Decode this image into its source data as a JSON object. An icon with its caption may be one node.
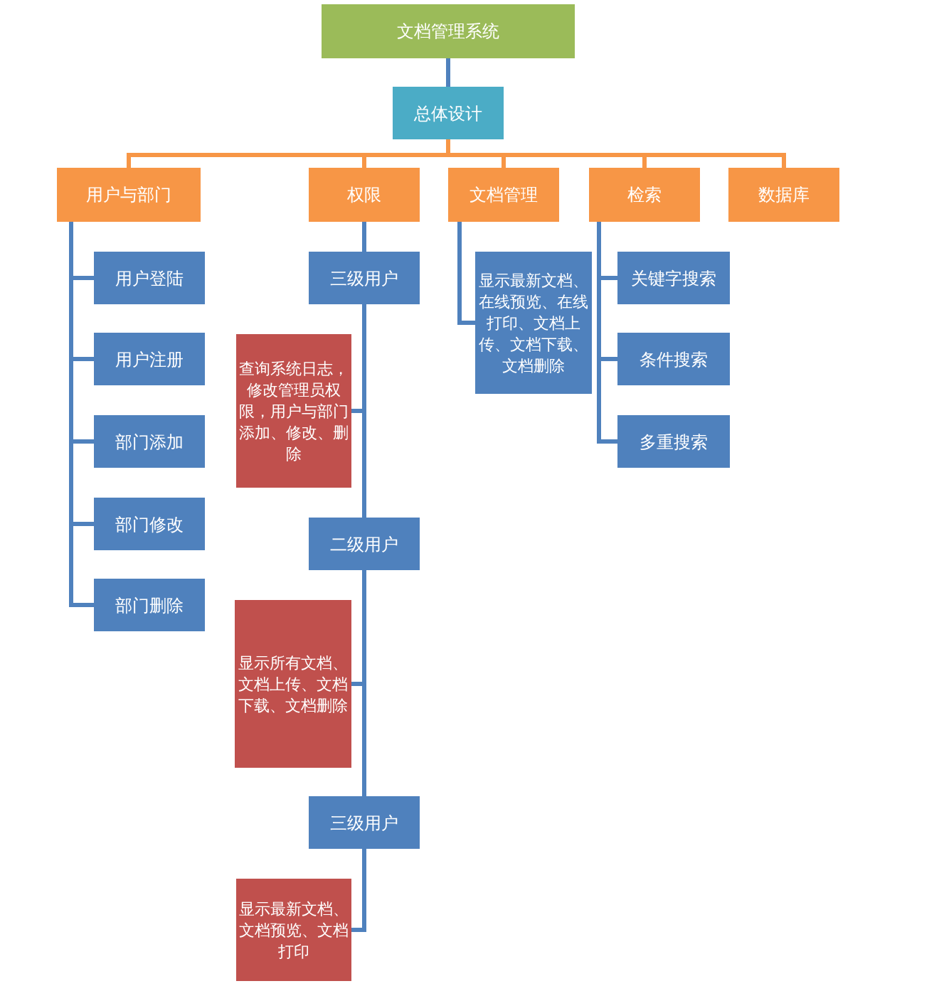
{
  "diagram": {
    "nodes": [
      {
        "text": [
          "文档管理系统"
        ]
      },
      {
        "text": [
          "总体设计"
        ]
      },
      {
        "text": [
          "用户与部门"
        ]
      },
      {
        "text": [
          "权限"
        ]
      },
      {
        "text": [
          "文档管理"
        ]
      },
      {
        "text": [
          "检索"
        ]
      },
      {
        "text": [
          "数据库"
        ]
      },
      {
        "text": [
          "用户登陆"
        ]
      },
      {
        "text": [
          "用户注册"
        ]
      },
      {
        "text": [
          "部门添加"
        ]
      },
      {
        "text": [
          "部门修改"
        ]
      },
      {
        "text": [
          "部门删除"
        ]
      },
      {
        "text": [
          "三级用户"
        ]
      },
      {
        "text": [
          "查询系统日志，修改管理员权限，用户与部门添加、修改、删除"
        ]
      },
      {
        "text": [
          "二级用户"
        ]
      },
      {
        "text": [
          "显示所有文档、文档上传、文档下载、文档删除"
        ]
      },
      {
        "text": [
          "三级用户"
        ]
      },
      {
        "text": [
          "显示最新文档、文档预览、文档打印"
        ]
      },
      {
        "text": [
          "显示最新文档、在线预览、在线打印、文档上传、文档下载、文档删除"
        ]
      },
      {
        "text": [
          "关键字搜索"
        ]
      },
      {
        "text": [
          "条件搜索"
        ]
      },
      {
        "text": [
          "多重搜索"
        ]
      }
    ],
    "edges": [
      {
        "from": 0,
        "to": 1,
        "arrow": "none"
      },
      {
        "from": 1,
        "to": 2,
        "arrow": "none",
        "color": "#f79646"
      },
      {
        "from": 1,
        "to": 3,
        "arrow": "none",
        "color": "#f79646"
      },
      {
        "from": 1,
        "to": 4,
        "arrow": "none",
        "color": "#f79646"
      },
      {
        "from": 1,
        "to": 5,
        "arrow": "none",
        "color": "#f79646"
      },
      {
        "from": 1,
        "to": 6,
        "arrow": "none",
        "color": "#f79646"
      },
      {
        "from": 2,
        "to": 7,
        "arrow": "none"
      },
      {
        "from": 2,
        "to": 8,
        "arrow": "none"
      },
      {
        "from": 2,
        "to": 9,
        "arrow": "none"
      },
      {
        "from": 2,
        "to": 10,
        "arrow": "none"
      },
      {
        "from": 2,
        "to": 11,
        "arrow": "none"
      },
      {
        "from": 3,
        "to": 12,
        "arrow": "none"
      },
      {
        "from": 12,
        "to": 13,
        "arrow": "none"
      },
      {
        "from": 12,
        "to": 14,
        "arrow": "none"
      },
      {
        "from": 14,
        "to": 15,
        "arrow": "none"
      },
      {
        "from": 14,
        "to": 16,
        "arrow": "none"
      },
      {
        "from": 16,
        "to": 17,
        "arrow": "none"
      },
      {
        "from": 4,
        "to": 18,
        "arrow": "none"
      },
      {
        "from": 5,
        "to": 19,
        "arrow": "none"
      },
      {
        "from": 5,
        "to": 20,
        "arrow": "none"
      },
      {
        "from": 5,
        "to": 21,
        "arrow": "none"
      }
    ]
  }
}
